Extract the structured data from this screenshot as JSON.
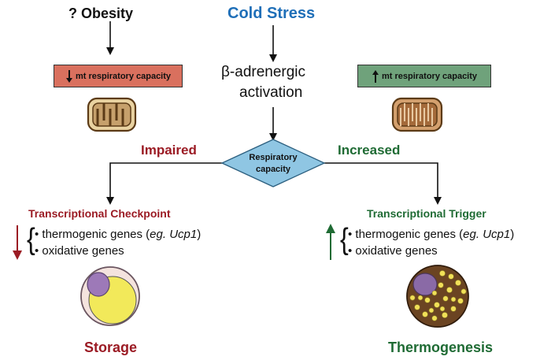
{
  "top": {
    "obesity": "? Obesity",
    "cold_stress": "Cold Stress",
    "beta_line1": "β-adrenergic",
    "beta_line2": "activation"
  },
  "boxes": {
    "left": "mt respiratory capacity",
    "right": "mt respiratory capacity"
  },
  "diamond": {
    "line1": "Respiratory",
    "line2": "capacity"
  },
  "branches": {
    "impaired": "Impaired",
    "increased": "Increased"
  },
  "left_panel": {
    "title": "Transcriptional Checkpoint",
    "gene1_prefix": "thermogenic genes (",
    "gene1_eg": "eg. Ucp1",
    "gene1_suffix": ")",
    "gene2": "oxidative genes",
    "outcome": "Storage"
  },
  "right_panel": {
    "title": "Transcriptional Trigger",
    "gene1_prefix": "thermogenic genes (",
    "gene1_eg": "eg. Ucp1",
    "gene1_suffix": ")",
    "gene2": "oxidative genes",
    "outcome": "Thermogenesis"
  },
  "colors": {
    "blue": "#1f6fb8",
    "red": "#9b1b24",
    "green": "#1f6b34",
    "box_red": "#d9705e",
    "box_green": "#6fa27b",
    "diamond": "#8fc6e3"
  }
}
